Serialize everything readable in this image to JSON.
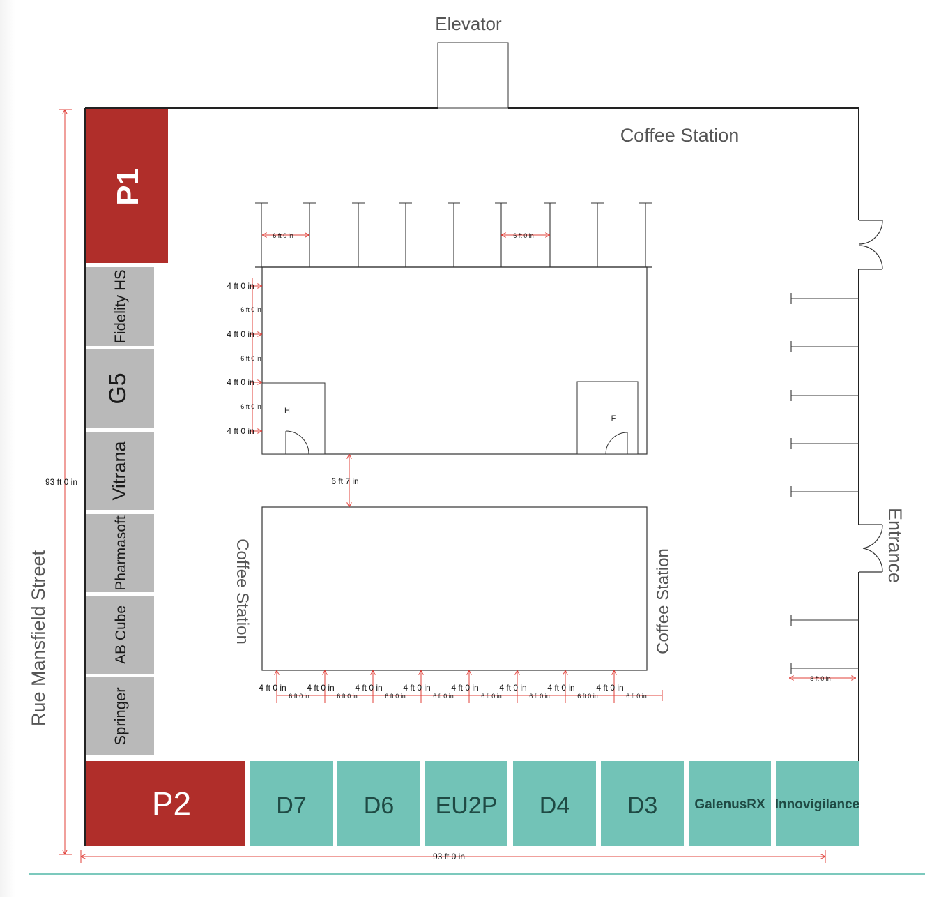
{
  "labels": {
    "elevator": "Elevator",
    "coffee_station_top": "Coffee Station",
    "coffee_station_left": "Coffee Station",
    "coffee_station_right": "Coffee Station",
    "entrance": "Entrance",
    "street": "Rue Mansfield Street",
    "room_h": "H",
    "room_f": "F"
  },
  "dimensions": {
    "height_total": "93 ft  0 in",
    "width_total": "93 ft  0 in",
    "gap_between_blocks": "6 ft  7 in",
    "four_ft": "4 ft  0 in",
    "six_ft": "6 ft  0 in",
    "eight_ft": "8 ft  0 in"
  },
  "booths": {
    "p1": "P1",
    "p2": "P2",
    "left": [
      "Fidelity HS",
      "G5",
      "Vitrana",
      "Pharmasoft",
      "AB Cube",
      "Springer"
    ],
    "bottom": [
      "D7",
      "D6",
      "EU2P",
      "D4",
      "D3",
      "GalenusRX",
      "Innovigilance"
    ]
  },
  "colors": {
    "premium": "#b02e2a",
    "standard": "#b9b9b9",
    "bottom": "#72c3b7",
    "dimension": "#e0403a",
    "wall": "#222222",
    "accent_rule": "#7cc9bd"
  }
}
